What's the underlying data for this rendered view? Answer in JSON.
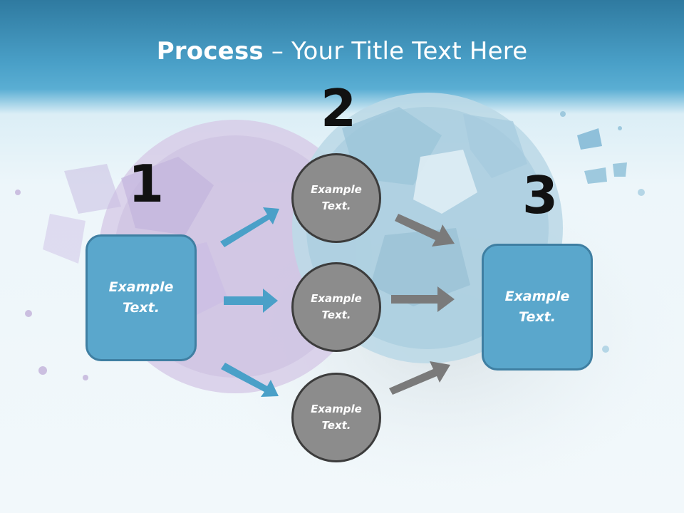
{
  "slide": {
    "title_bold": "Process",
    "title_rest": " – Your Title Text Here"
  },
  "steps": {
    "one": "1",
    "two": "2",
    "three": "3"
  },
  "left_box": {
    "text": "Example Text."
  },
  "circles": [
    {
      "text": "Example Text."
    },
    {
      "text": "Example Text."
    },
    {
      "text": "Example Text."
    }
  ],
  "right_box": {
    "text": "Example Text."
  },
  "colors": {
    "box_fill": "#5aa7cc",
    "box_border": "#3f7fa2",
    "circle_fill": "#8c8c8c",
    "circle_border": "#3c3c3c",
    "blue_arrow": "#4aa0c8",
    "gray_arrow": "#7a7a7a"
  }
}
